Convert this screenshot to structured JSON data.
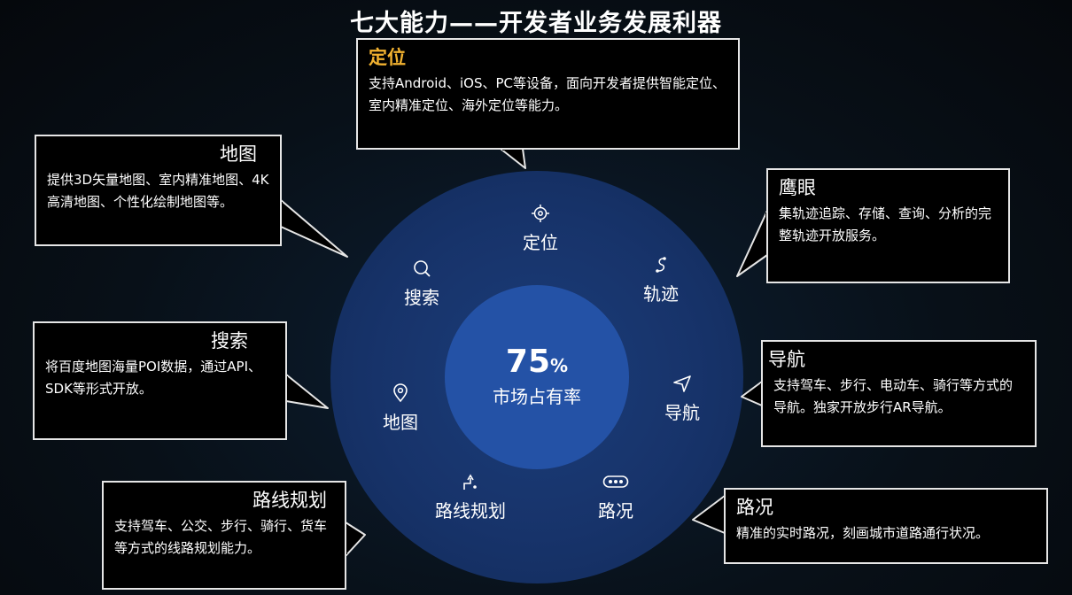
{
  "title": "七大能力——开发者业务发展利器",
  "center": {
    "value": "75",
    "unit": "%",
    "label": "市场占有率"
  },
  "ring": {
    "dingwei": "定位",
    "guiji": "轨迹",
    "daohang": "导航",
    "lukuang": "路况",
    "luxian": "路线规划",
    "ditu": "地图",
    "sousuo": "搜索"
  },
  "callouts": {
    "dingwei": {
      "title": "定位",
      "text": "支持Android、iOS、PC等设备，面向开发者提供智能定位、室内精准定位、海外定位等能力。"
    },
    "ditu": {
      "title": "地图",
      "text": "提供3D矢量地图、室内精准地图、4K高清地图、个性化绘制地图等。"
    },
    "yingyan": {
      "title": "鹰眼",
      "text": "集轨迹追踪、存储、查询、分析的完整轨迹开放服务。"
    },
    "sousuo": {
      "title": "搜索",
      "text": "将百度地图海量POI数据，通过API、SDK等形式开放。"
    },
    "daohang": {
      "title": "导航",
      "text": "支持驾车、步行、电动车、骑行等方式的导航。独家开放步行AR导航。"
    },
    "luxian": {
      "title": "路线规划",
      "text": "支持驾车、公交、步行、骑行、货车等方式的线路规划能力。"
    },
    "lukuang": {
      "title": "路况",
      "text": "精准的实时路况，刻画城市道路通行状况。"
    }
  },
  "colors": {
    "highlight": "#f2b230",
    "ring": "#17336a",
    "center": "#2452a6"
  },
  "icons": [
    "crosshair-icon",
    "track-icon",
    "send-icon",
    "traffic-icon",
    "route-icon",
    "map-pin-icon",
    "search-icon"
  ]
}
